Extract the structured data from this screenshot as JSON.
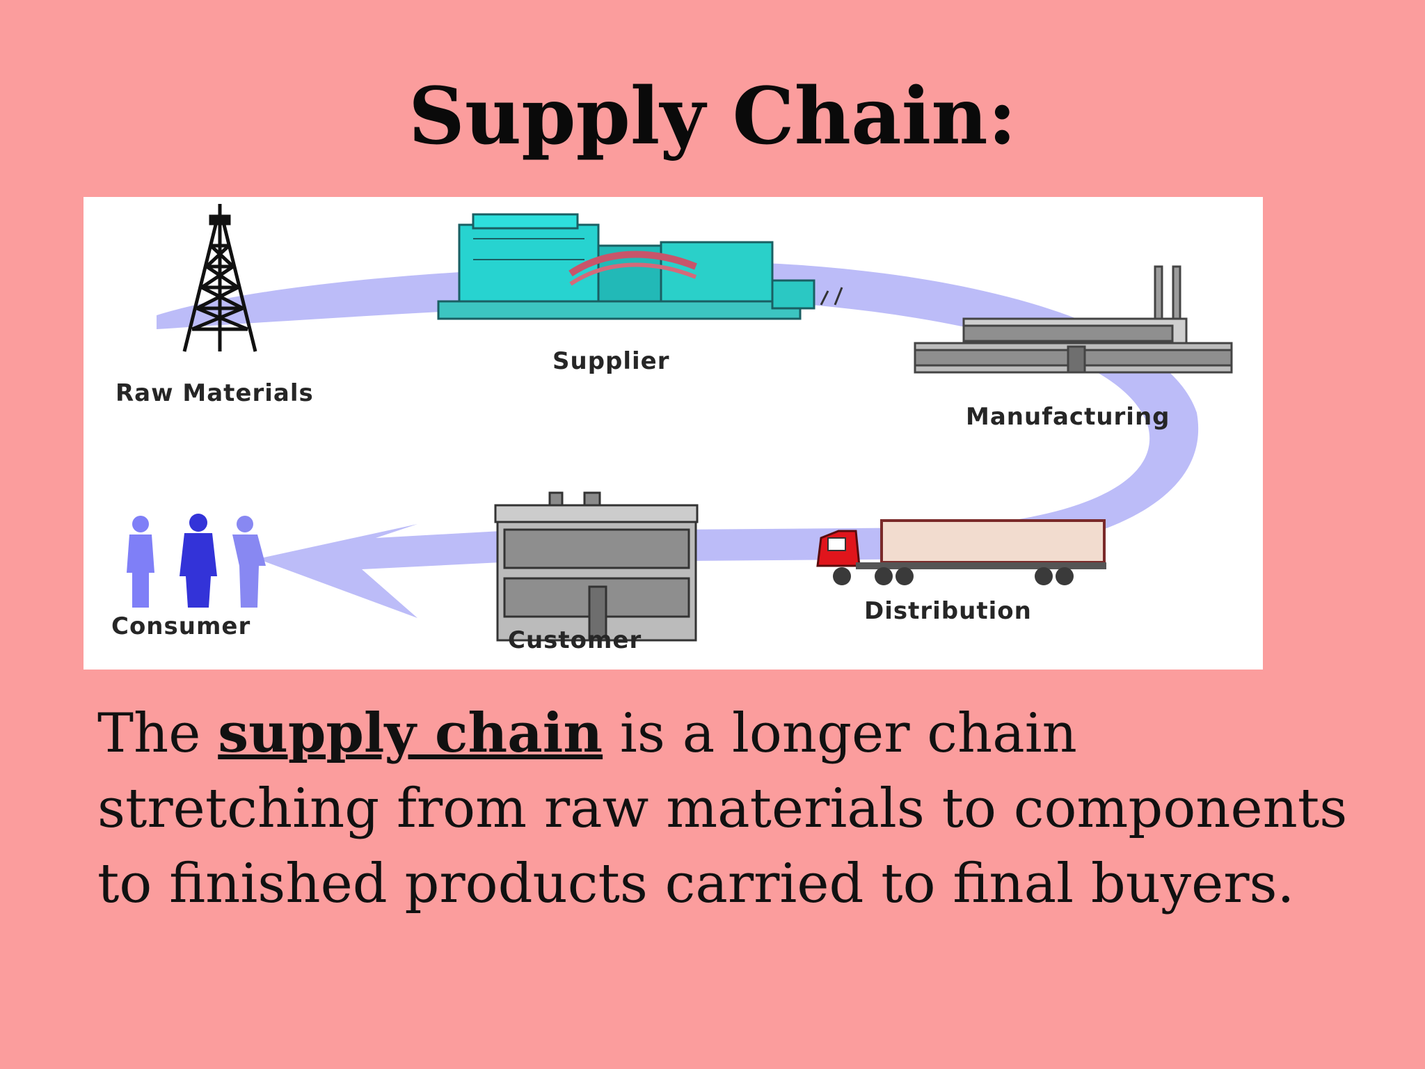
{
  "slide": {
    "title": "Supply Chain:",
    "background": "#fb9d9d"
  },
  "diagram": {
    "flow_color": "#bcbcf8",
    "stages": [
      {
        "id": "raw-materials",
        "label": "Raw Materials",
        "icon": "oil-derrick-icon"
      },
      {
        "id": "supplier",
        "label": "Supplier",
        "icon": "industrial-plant-icon"
      },
      {
        "id": "manufacturing",
        "label": "Manufacturing",
        "icon": "factory-icon"
      },
      {
        "id": "distribution",
        "label": "Distribution",
        "icon": "truck-icon"
      },
      {
        "id": "customer",
        "label": "Customer",
        "icon": "store-building-icon"
      },
      {
        "id": "consumer",
        "label": "Consumer",
        "icon": "people-icon"
      }
    ]
  },
  "text": {
    "prefix": "The ",
    "term": "supply chain",
    "suffix": " is a longer chain stretching from raw materials to components to finished products carried to final buyers."
  }
}
